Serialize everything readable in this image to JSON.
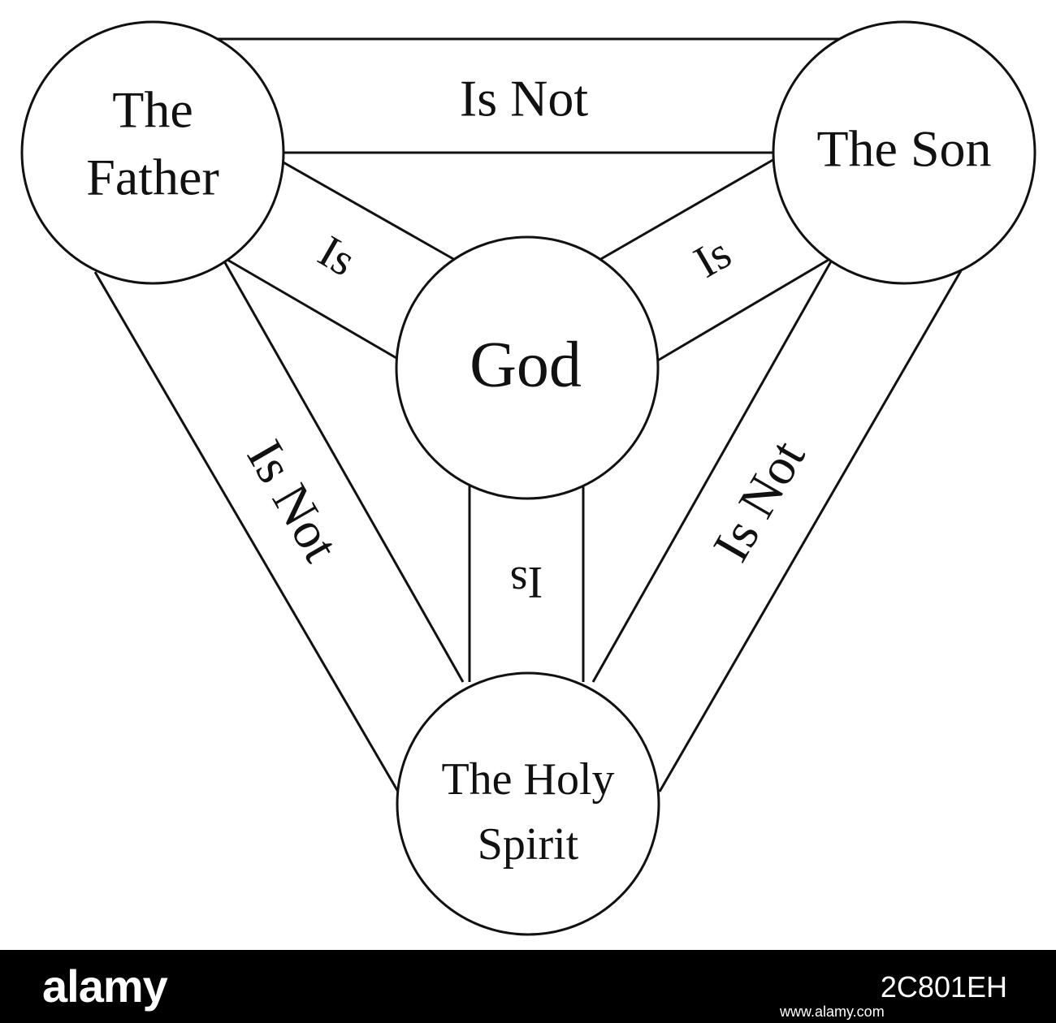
{
  "diagram": {
    "nodes": {
      "father": [
        "The",
        "Father"
      ],
      "son": [
        "The Son"
      ],
      "god": [
        "God"
      ],
      "spirit": [
        "The Holy",
        "Spirit"
      ]
    },
    "edges": {
      "father_son": "Is Not",
      "father_god": "Is",
      "son_god": "Is",
      "god_spirit": "Is",
      "father_spirit": "Is Not",
      "son_spirit": "Is Not"
    }
  },
  "footer": {
    "logo": "alamy",
    "image_code": "2C801EH",
    "url": "www.alamy.com"
  },
  "colors": {
    "line": "#111111",
    "background": "#ffffff",
    "footer_background": "#000000",
    "footer_text": "#ffffff"
  }
}
